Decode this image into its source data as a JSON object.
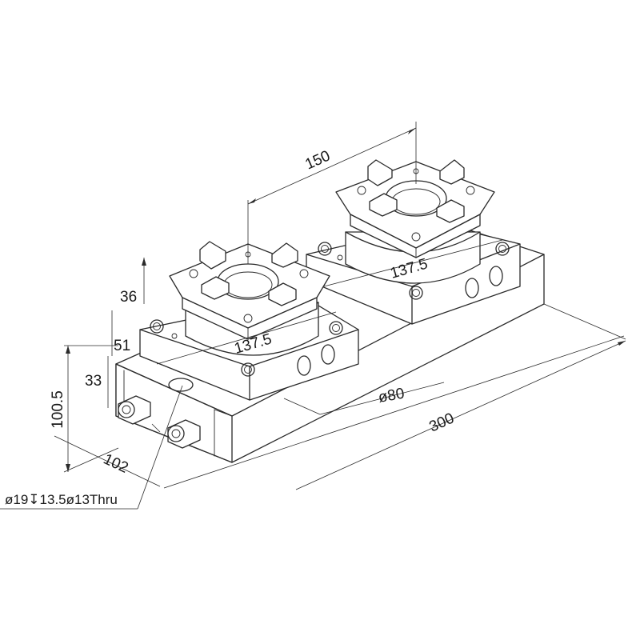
{
  "drawing": {
    "dimensions": {
      "dim_150": "150",
      "dim_137_5_back": "137.5",
      "dim_137_5_front": "137.5",
      "dim_36": "36",
      "dim_51": "51",
      "dim_33": "33",
      "dim_100_5": "100.5",
      "dim_102": "102",
      "dim_300": "300",
      "dim_80": "ø80",
      "hole_callout": "ø19↧13.5ø13Thru"
    }
  }
}
